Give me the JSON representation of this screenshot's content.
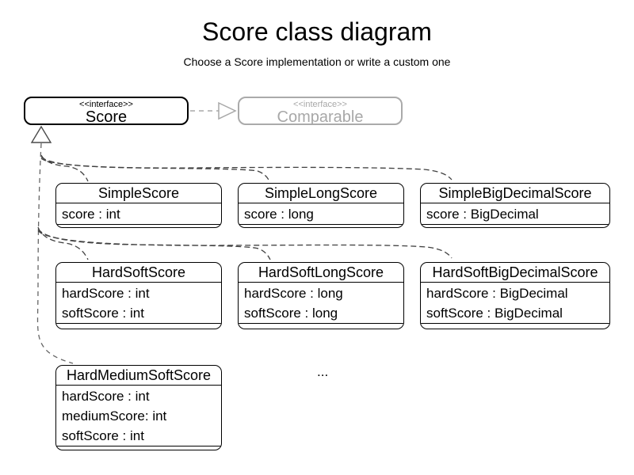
{
  "page": {
    "title": "Score class diagram",
    "subtitle": "Choose a Score implementation or write a custom one",
    "more_indicator": "..."
  },
  "interfaces": [
    {
      "stereotype": "<<interface>>",
      "name": "Score"
    },
    {
      "stereotype": "<<interface>>",
      "name": "Comparable"
    }
  ],
  "classes": [
    {
      "name": "SimpleScore",
      "fields": [
        "score : int"
      ]
    },
    {
      "name": "SimpleLongScore",
      "fields": [
        "score : long"
      ]
    },
    {
      "name": "SimpleBigDecimalScore",
      "fields": [
        "score : BigDecimal"
      ]
    },
    {
      "name": "HardSoftScore",
      "fields": [
        "hardScore : int",
        "softScore : int"
      ]
    },
    {
      "name": "HardSoftLongScore",
      "fields": [
        "hardScore : long",
        "softScore : long"
      ]
    },
    {
      "name": "HardSoftBigDecimalScore",
      "fields": [
        "hardScore : BigDecimal",
        "softScore : BigDecimal"
      ]
    },
    {
      "name": "HardMediumSoftScore",
      "fields": [
        "hardScore : int",
        "mediumScore: int",
        "softScore : int"
      ]
    }
  ],
  "relations": [
    {
      "from": "Score",
      "to": "Comparable",
      "type": "dependency"
    },
    {
      "from": "SimpleScore",
      "to": "Score",
      "type": "realization"
    },
    {
      "from": "SimpleLongScore",
      "to": "Score",
      "type": "realization"
    },
    {
      "from": "SimpleBigDecimalScore",
      "to": "Score",
      "type": "realization"
    },
    {
      "from": "HardSoftScore",
      "to": "Score",
      "type": "realization"
    },
    {
      "from": "HardSoftLongScore",
      "to": "Score",
      "type": "realization"
    },
    {
      "from": "HardSoftBigDecimalScore",
      "to": "Score",
      "type": "realization"
    },
    {
      "from": "HardMediumSoftScore",
      "to": "Score",
      "type": "realization"
    }
  ],
  "colors": {
    "class_border": "#000000",
    "muted_gray": "#a8a8a8",
    "edge_dark": "#404040",
    "edge_trunk": "#666666",
    "background": "#ffffff"
  }
}
